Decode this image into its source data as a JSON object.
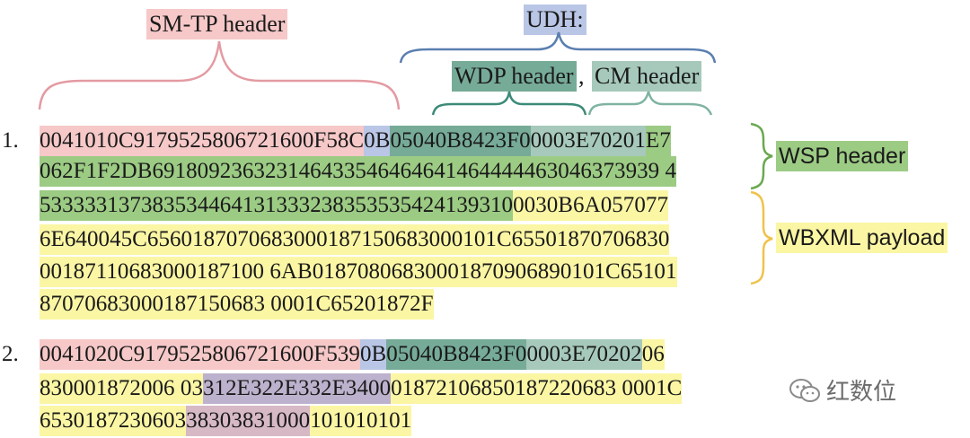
{
  "labels": {
    "smtp": "SM-TP header",
    "udh": "UDH:",
    "wdp": "WDP header",
    "comma": ",",
    "cm": "CM header",
    "wsp": "WSP header",
    "wbxml": "WBXML payload"
  },
  "messages": [
    {
      "number": "1.",
      "lines": [
        [
          "0041010C9179525806721600F58C",
          "0B",
          "05040B8423F0",
          "0003E70201",
          "E7"
        ],
        [
          "062F1F2DB691809236323146433546464641464444463046373939 4"
        ],
        [
          "533333137383534464131333238353535424139310",
          "0030B6A057077"
        ],
        [
          "6E640045C6560187070683000187150683000101C65501870706830"
        ],
        [
          "00187110683000187100 6AB01870806830001870906890101C65101"
        ],
        [
          "87070683000187150683 0001C65201872F"
        ]
      ]
    },
    {
      "number": "2.",
      "lines": [
        [
          "0041020C9179525806721600F539",
          "0B",
          "05040B8423F0",
          "0003E70202",
          "06"
        ],
        [
          "830001872006 03",
          "312E322E332E3400",
          "01872106850187220683 0001C"
        ],
        [
          "6530187230603",
          "38303831000",
          "101010101"
        ]
      ]
    }
  ],
  "watermark": "红数位"
}
